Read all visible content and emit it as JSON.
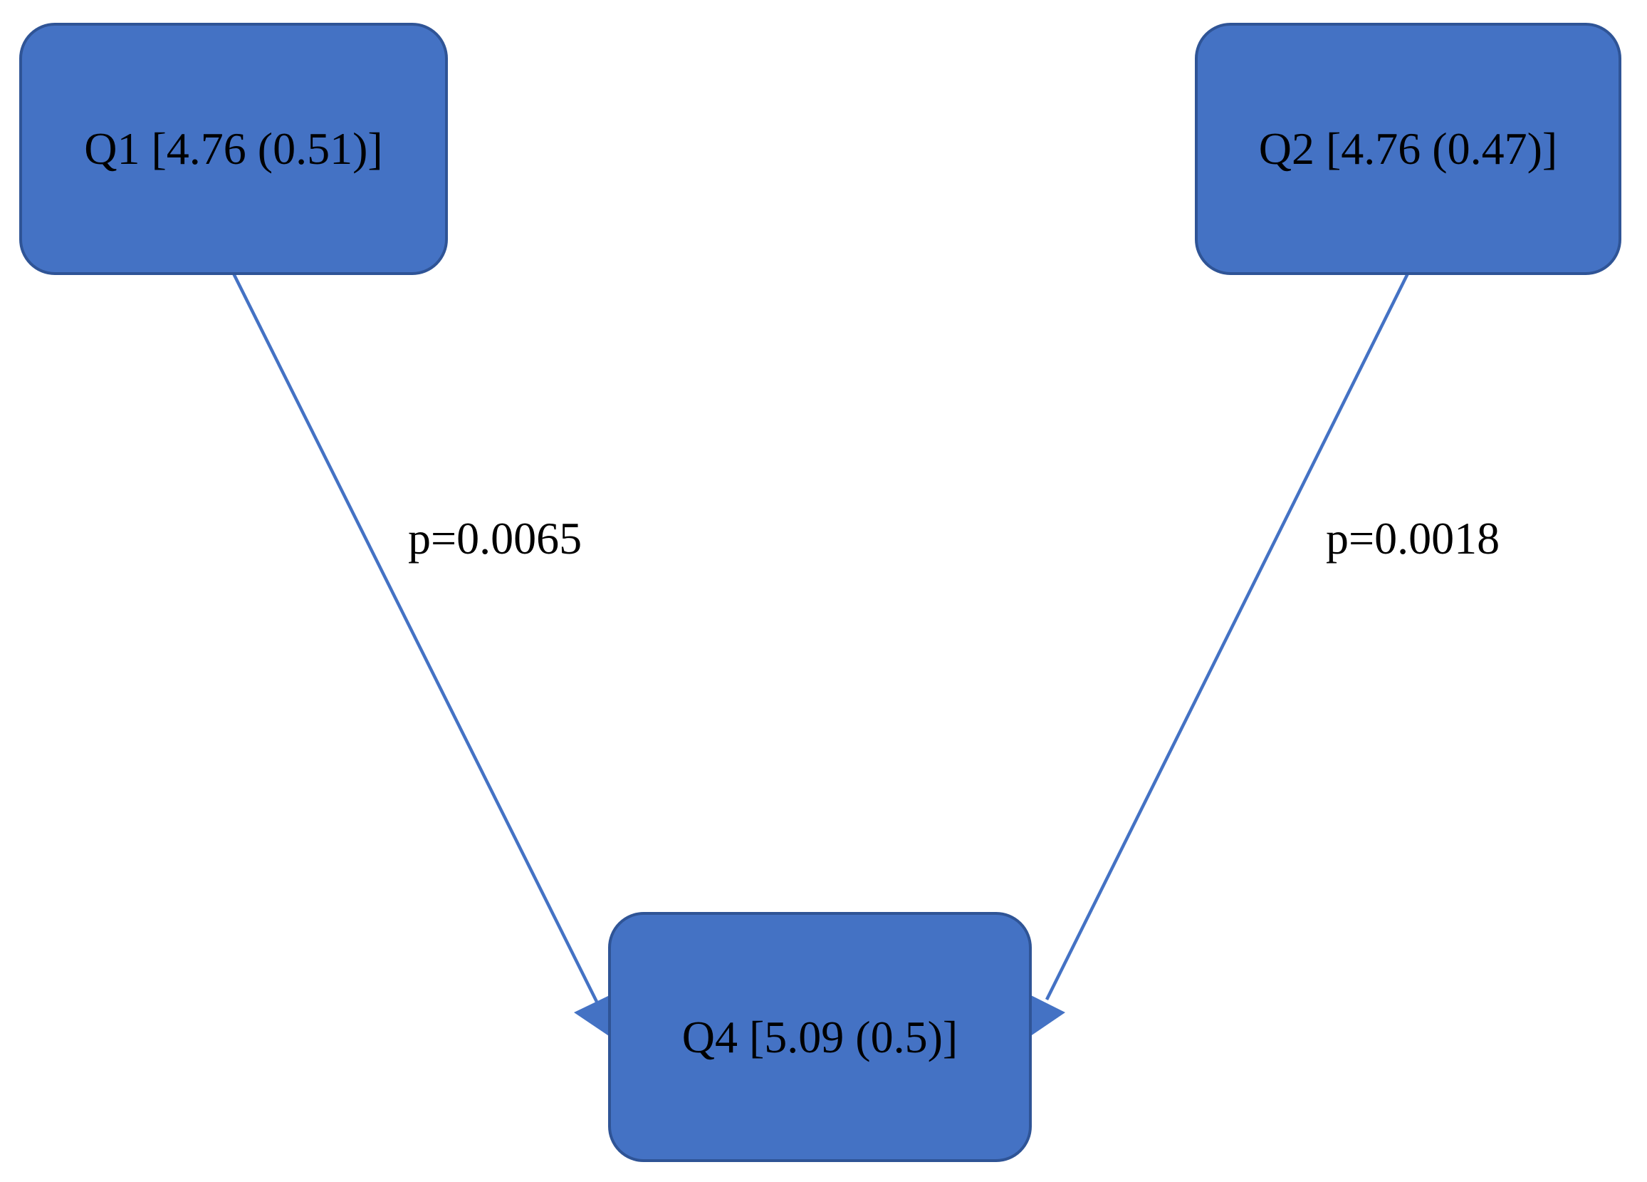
{
  "diagram": {
    "type": "path-diagram",
    "background_color": "#ffffff",
    "colors": {
      "node_fill": "#4472C4",
      "node_border": "#2F5496",
      "connector": "#4472C4",
      "text": "#000000"
    },
    "nodes": [
      {
        "id": "Q1",
        "label": "Q1 [4.76 (0.51)]"
      },
      {
        "id": "Q2",
        "label": "Q2 [4.76 (0.47)]"
      },
      {
        "id": "Q4",
        "label": "Q4 [5.09 (0.5)]"
      }
    ],
    "edges": [
      {
        "from": "Q1",
        "to": "Q4",
        "label": "p=0.0065"
      },
      {
        "from": "Q2",
        "to": "Q4",
        "label": "p=0.0018"
      }
    ]
  }
}
